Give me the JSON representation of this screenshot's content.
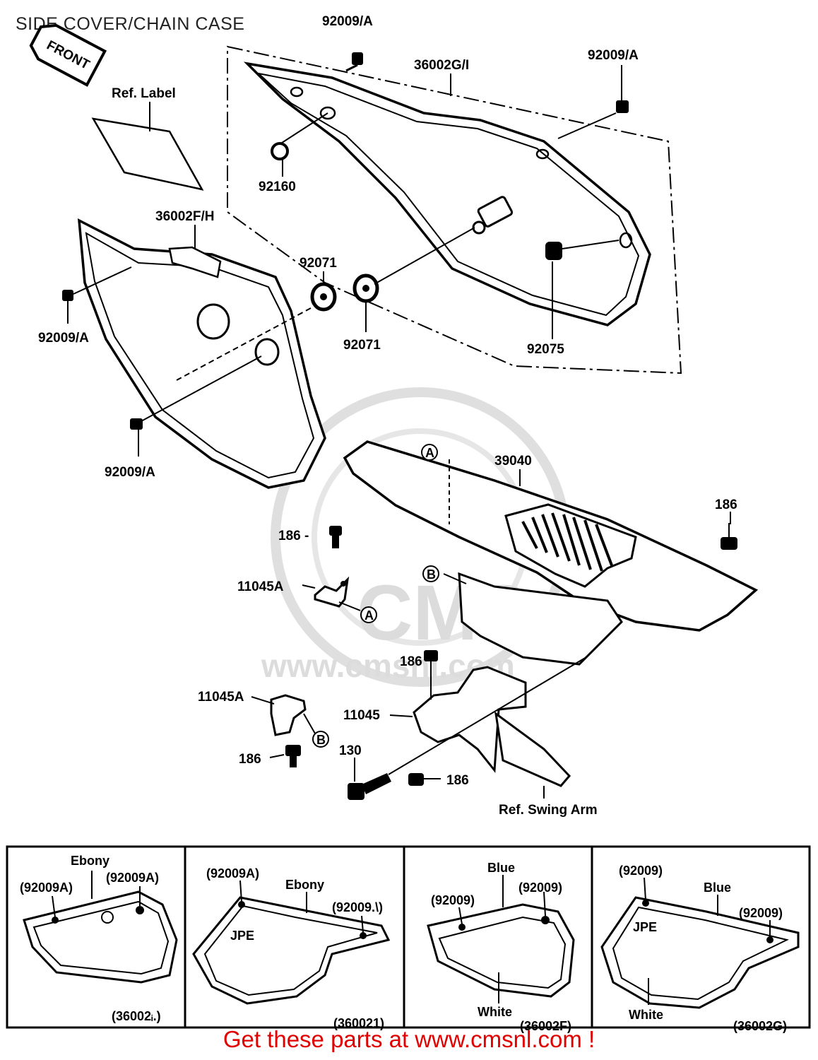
{
  "header": {
    "title": "SIDE COVER/CHAIN CASE"
  },
  "front_tag": "FRONT",
  "watermark": {
    "logo": "CMS",
    "url": "www.cmsnl.com"
  },
  "callouts": {
    "c_92009A_top": "92009/A",
    "c_36002GI": "36002G/I",
    "c_92009A_right": "92009/A",
    "c_ref_label": "Ref. Label",
    "c_92160": "92160",
    "c_36002FH": "36002F/H",
    "c_92071_a": "92071",
    "c_92071_b": "92071",
    "c_92075": "92075",
    "c_92009A_left": "92009/A",
    "c_92009A_bottom": "92009/A",
    "c_39040": "39040",
    "c_186_a": "186",
    "c_186_b": "186 -",
    "c_11045A_a": "11045A",
    "c_186_c": "186",
    "c_11045A_b": "11045A",
    "c_11045": "11045",
    "c_130": "130",
    "c_186_d": "186",
    "c_186_e": "186",
    "c_ref_swing": "Ref. Swing Arm",
    "mark_a1": "A",
    "mark_a2": "A",
    "mark_b1": "B",
    "mark_b2": "B"
  },
  "variants": [
    {
      "ebony": "Ebony",
      "p1": "(92009A)",
      "p2": "(92009A)",
      "code": "(36002ᵢ.)"
    },
    {
      "p1": "(92009A)",
      "ebony": "Ebony",
      "p2": "(92009.\\)",
      "code": "(360021)"
    },
    {
      "blue": "Blue",
      "p1": "(92009)",
      "p2": "(92009)",
      "white": "White",
      "code": "(36002F)"
    },
    {
      "p1": "(92009)",
      "blue": "Blue",
      "p2": "(92009)",
      "white": "White",
      "code": "(36002G)"
    }
  ],
  "footer": {
    "promo": "Get these parts at www.cmsnl.com !"
  }
}
